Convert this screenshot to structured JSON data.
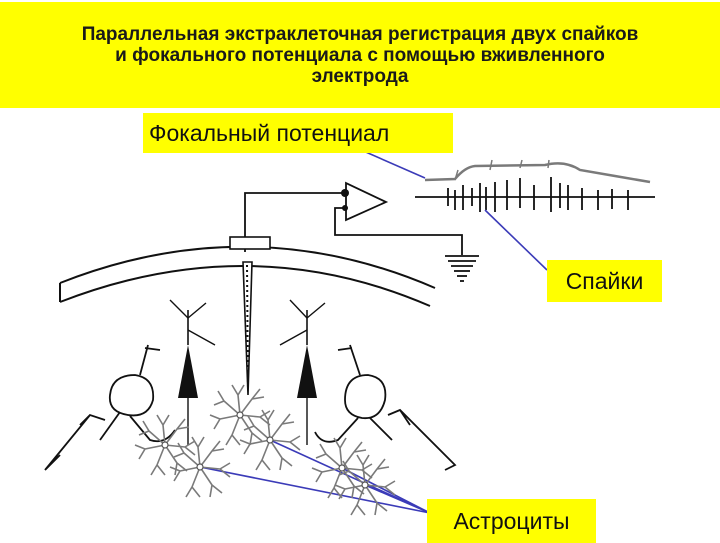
{
  "title": {
    "line1": "Параллельная экстраклеточная регистрация двух спайков",
    "line2": "и фокального потенциала с помощью вживленного",
    "line3": "электрода"
  },
  "labels": {
    "focal_potential": "Фокальный потенциал",
    "spikes": "Спайки",
    "astrocytes": "Астроциты"
  },
  "colors": {
    "banner": "#ffff00",
    "pointer_lines": "#3b3bb8",
    "trace": "#7a7a7a",
    "drawing": "#111111"
  }
}
